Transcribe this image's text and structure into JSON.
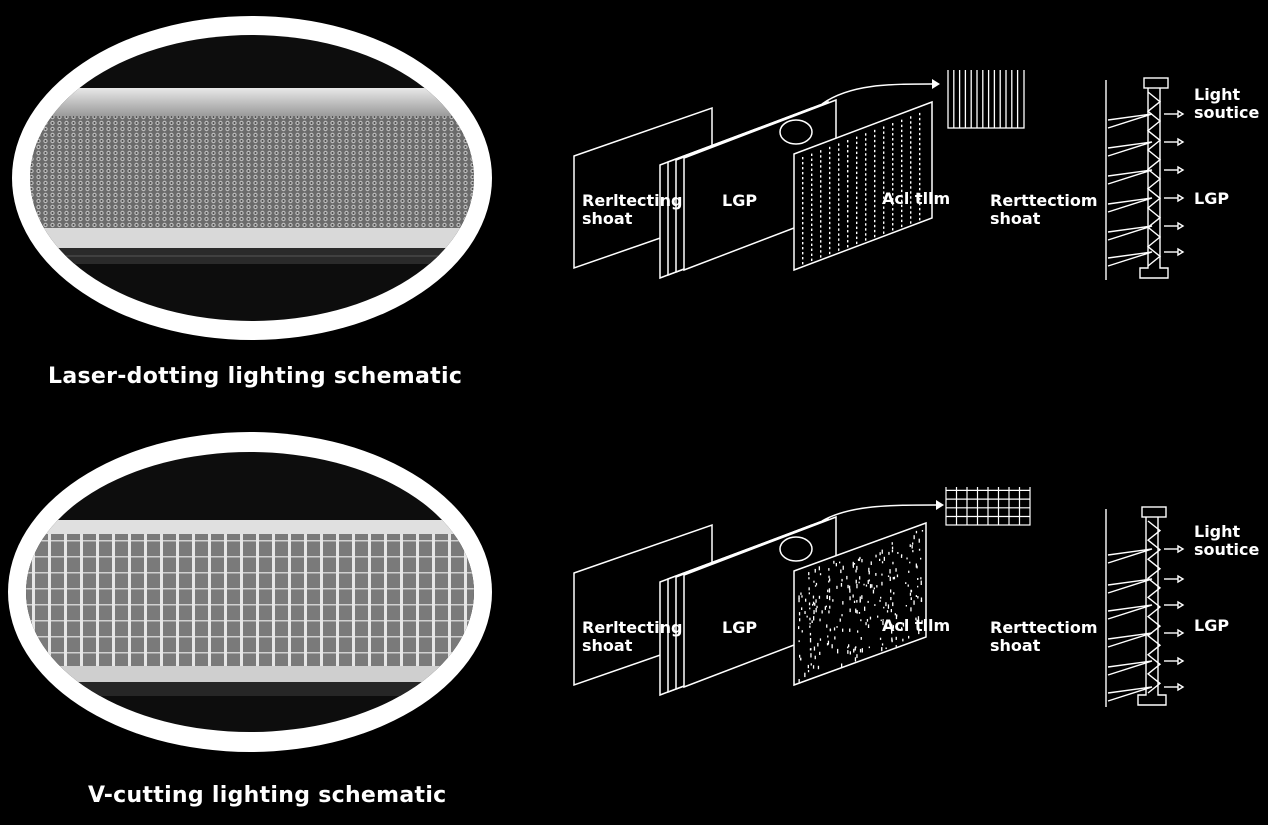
{
  "top": {
    "caption": "Laser-dotting lighting schematic",
    "labels": {
      "reflecting_sheet_1": "Rerltecting",
      "reflecting_sheet_2": "shoat",
      "lgp": "LGP",
      "film": "Acl tllm",
      "reflection_sheet_1": "Rerttectiom",
      "reflection_sheet_2": "shoat",
      "light_source_1": "Light",
      "light_source_2": "soutice",
      "side_lgp": "LGP"
    }
  },
  "bottom": {
    "caption": "V-cutting lighting schematic",
    "labels": {
      "reflecting_sheet_1": "Rerltecting",
      "reflecting_sheet_2": "shoat",
      "lgp": "LGP",
      "film": "Acl tllm",
      "reflection_sheet_1": "Rerttectiom",
      "reflection_sheet_2": "shoat",
      "light_source_1": "Light",
      "light_source_2": "soutice",
      "side_lgp": "LGP"
    }
  },
  "colors": {
    "background": "#000000",
    "line": "#ffffff",
    "photo_ring": "#ffffff"
  }
}
